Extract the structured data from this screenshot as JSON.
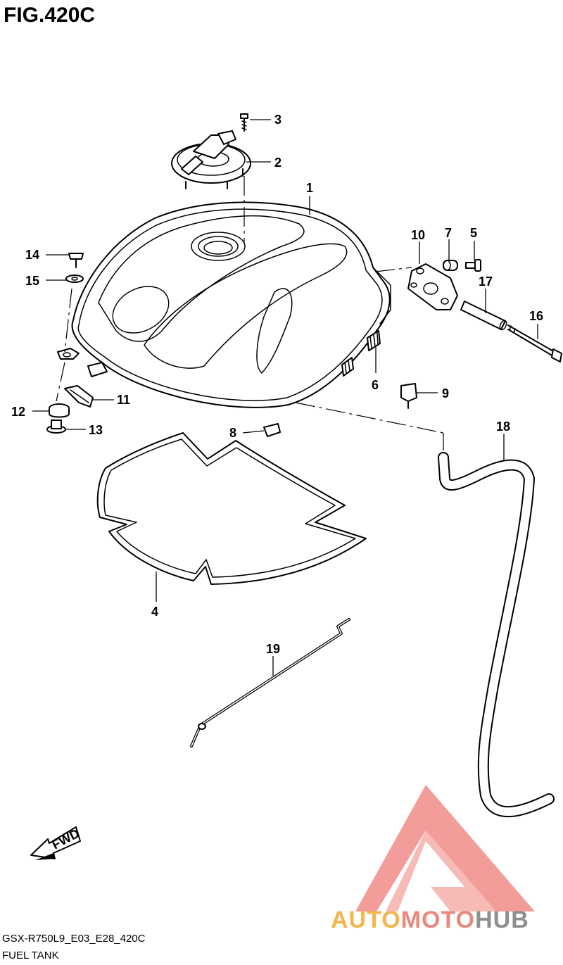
{
  "figure": {
    "title": "FIG.420C",
    "model_code": "GSX-R750L9_E03_E28_420C",
    "section_name": "FUEL TANK"
  },
  "callouts": [
    "1",
    "2",
    "3",
    "4",
    "5",
    "6",
    "7",
    "8",
    "9",
    "10",
    "11",
    "12",
    "13",
    "14",
    "15",
    "16",
    "17",
    "18",
    "19"
  ],
  "orientation": {
    "label": "FWD"
  },
  "watermark": {
    "part1": "AUTO",
    "part2": "MOTO",
    "part3": "HUB",
    "colors": {
      "auto": "#f4b64a",
      "moto": "#e9897e",
      "hub": "#8f8f8f",
      "triangle": "#f08c88"
    }
  }
}
